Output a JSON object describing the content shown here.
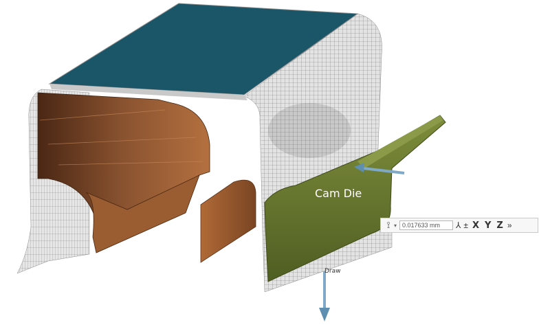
{
  "viewport": {
    "labels": {
      "cam_die": "Cam Die",
      "draw": "Draw"
    },
    "colors": {
      "top_surface": "#1a5568",
      "die_face": "#7a4a26",
      "cam_die": "#5a6b2a",
      "mesh": "#6f6f6f",
      "arrow": "#7fa9c6"
    }
  },
  "toolbar": {
    "dimension_icon": "dimension-icon",
    "offset_value": "0.017633 mm",
    "buttons": [
      "X",
      "Y",
      "Z"
    ],
    "more_icon": "chevron-double-down-icon",
    "axis_icon": "triad-icon",
    "flip_icon": "plus-minus-icon"
  }
}
